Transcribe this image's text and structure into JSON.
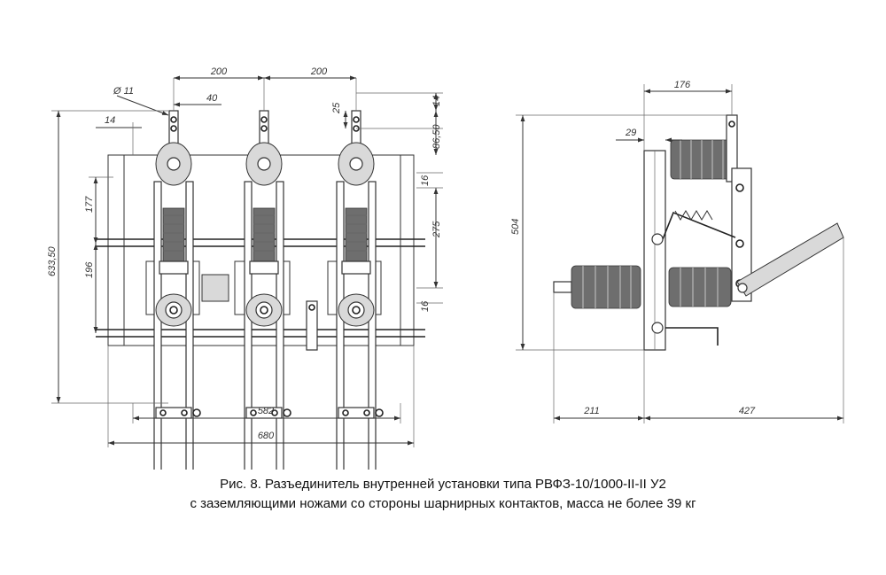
{
  "front_view": {
    "dims": {
      "d_top_1": "200",
      "d_top_2": "200",
      "d_hole": "Ø 11",
      "d_40": "40",
      "d_14_left": "14",
      "d_25": "25",
      "d_14_right": "14",
      "d_86_50": "86,50",
      "d_16_top": "16",
      "d_275": "275",
      "d_16_bottom": "16",
      "d_177": "177",
      "d_196": "196",
      "d_633_50": "633,50",
      "d_582": "582",
      "d_680": "680"
    }
  },
  "side_view": {
    "dims": {
      "d_176": "176",
      "d_29": "29",
      "d_504": "504",
      "d_211": "211",
      "d_427": "427"
    }
  },
  "caption": {
    "line1": "Рис. 8. Разъединитель внутренней установки типа РВФЗ-10/1000-II-II У2",
    "line2": "с заземляющими ножами со стороны шарнирных контактов, масса не более 39 кг"
  }
}
